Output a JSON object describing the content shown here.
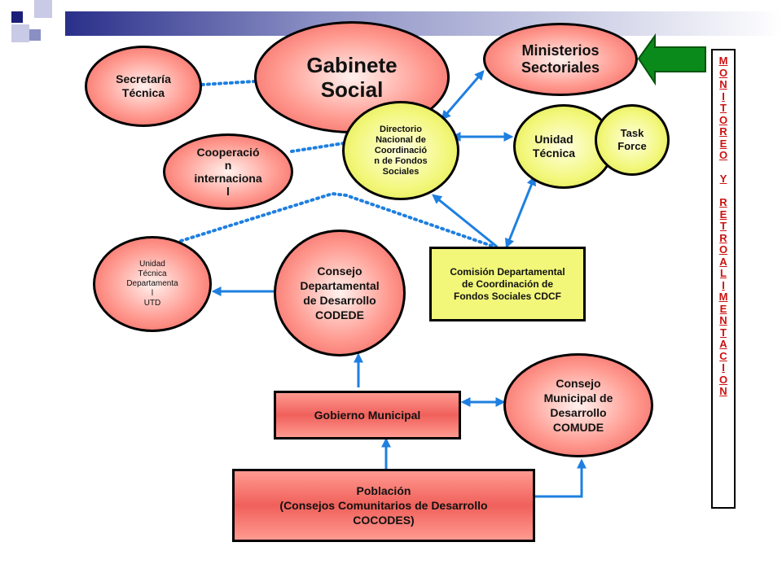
{
  "nodes": {
    "gabinete_social": "Gabinete\nSocial",
    "secretaria_tecnica": "Secretaría\nTécnica",
    "ministerios_sectoriales": "Ministerios\nSectoriales",
    "directorio_nacional": "Directorio\nNacional de\nCoordinació\nn de Fondos\nSociales",
    "cooperacion_internacional": "Cooperació\nn\ninternaciona\nl",
    "unidad_tecnica": "Unidad\nTécnica",
    "task_force": "Task\nForce",
    "unidad_tecnica_departamental": "Unidad\nTécnica\nDepartamenta\nl\nUTD",
    "codede": "Consejo\nDepartamental\nde Desarrollo\nCODEDE",
    "cdcf": "Comisión Departamental\nde Coordinación de\nFondos Sociales CDCF",
    "gobierno_municipal": "Gobierno Municipal",
    "comude": "Consejo\nMunicipal de\nDesarrollo\nCOMUDE",
    "poblacion": "Población\n(Consejos Comunitarios de Desarrollo\nCOCODES)"
  },
  "side_label": "MONITOREO Y RETROALIMENTACION",
  "colors": {
    "red_fill": "#f0605b",
    "yellow_fill": "#f2f77a",
    "arrow_blue": "#1e7fe0",
    "green_arrow": "#0a8a1a",
    "side_text": "#cc1111"
  }
}
